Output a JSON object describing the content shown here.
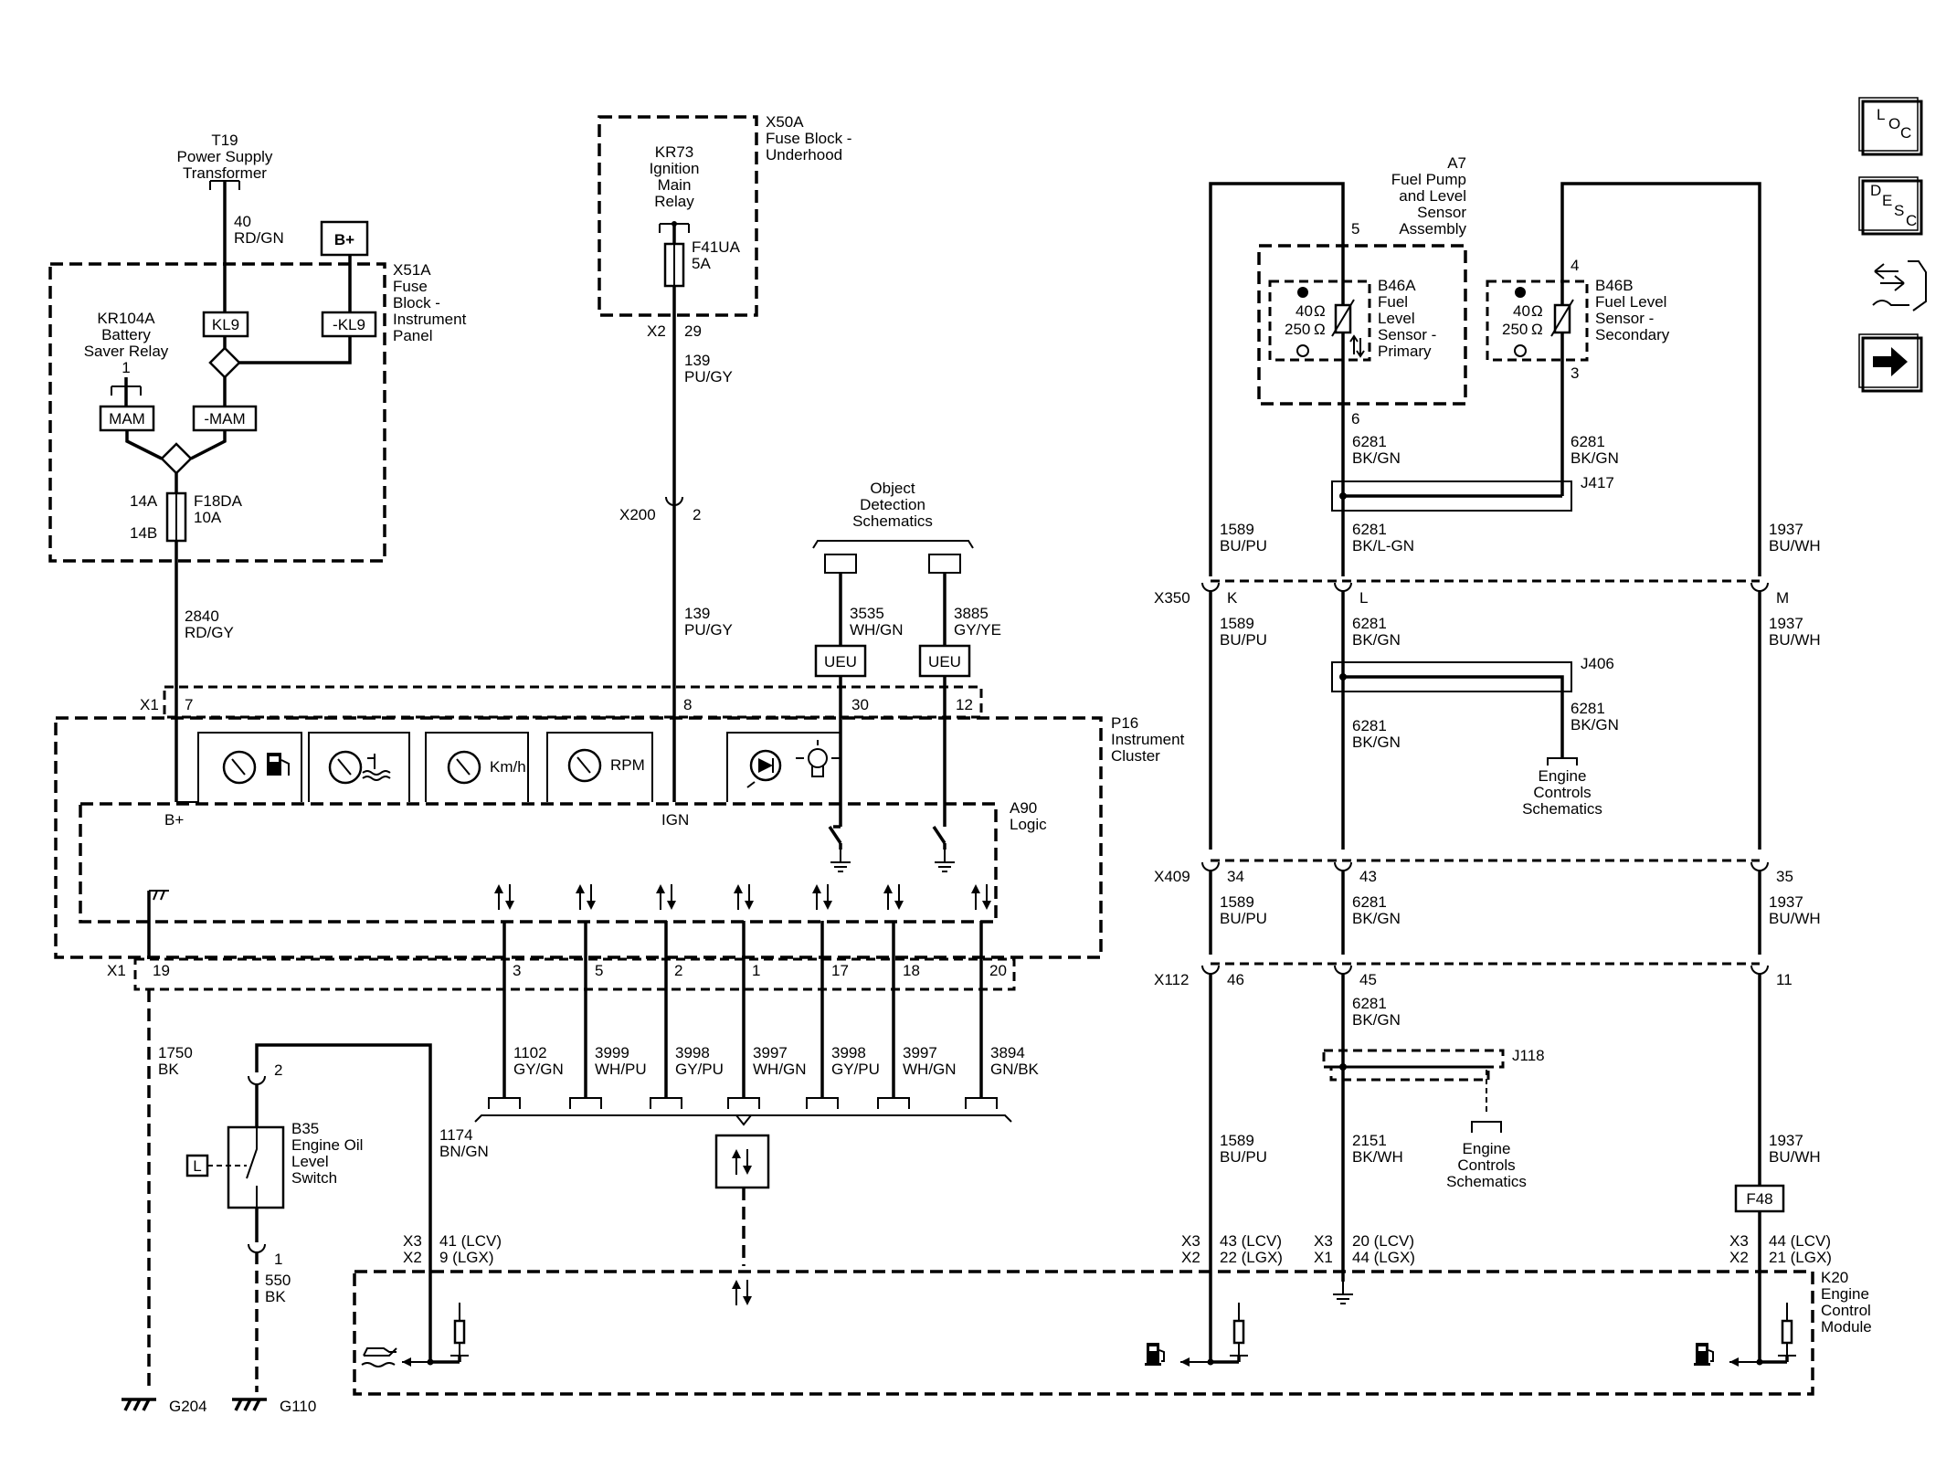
{
  "components": {
    "t19": [
      "T19",
      "Power Supply",
      "Transformer"
    ],
    "x50a": [
      "X50A",
      "Fuse Block -",
      "Underhood"
    ],
    "kr73": [
      "KR73",
      "Ignition",
      "Main",
      "Relay"
    ],
    "f41ua": [
      "F41UA",
      "5A"
    ],
    "x51a": [
      "X51A",
      "Fuse",
      "Block -",
      "Instrument",
      "Panel"
    ],
    "kr104a": [
      "KR104A",
      "Battery",
      "Saver Relay"
    ],
    "f18da": [
      "F18DA",
      "10A"
    ],
    "a7": [
      "A7",
      "Fuel Pump",
      "and Level",
      "Sensor",
      "Assembly"
    ],
    "b46a": [
      "B46A",
      "Fuel",
      "Level",
      "Sensor -",
      "Primary"
    ],
    "b46b": [
      "B46B",
      "Fuel Level",
      "Sensor -",
      "Secondary"
    ],
    "object_detection": [
      "Object",
      "Detection",
      "Schematics"
    ],
    "p16": [
      "P16",
      "Instrument",
      "Cluster"
    ],
    "a90": [
      "A90",
      "Logic"
    ],
    "engine_controls": [
      "Engine",
      "Controls",
      "Schematics"
    ],
    "b35": [
      "B35",
      "Engine Oil",
      "Level",
      "Switch"
    ],
    "k20": [
      "K20",
      "Engine",
      "Control",
      "Module"
    ]
  },
  "labels": {
    "b_plus": "B+",
    "kl9": "KL9",
    "neg_kl9": "-KL9",
    "mam": "MAM",
    "neg_mam": "-MAM",
    "pin_1": "1",
    "pin_2": "2",
    "pin_3": "3",
    "pin_4": "4",
    "pin_5": "5",
    "pin_6": "6",
    "pin_7": "7",
    "pin_8": "8",
    "pin_11": "11",
    "pin_12": "12",
    "pin_14a": "14A",
    "pin_14b": "14B",
    "pin_17": "17",
    "pin_18": "18",
    "pin_19": "19",
    "pin_20": "20",
    "pin_29": "29",
    "pin_30": "30",
    "pin_34": "34",
    "pin_35": "35",
    "pin_43": "43",
    "pin_45": "45",
    "pin_46": "46",
    "pin_k": "K",
    "pin_l": "L",
    "pin_m": "M",
    "ohm_40": "40",
    "ohm_250": "250",
    "ohm": "Ω",
    "ueu": "UEU",
    "kmh": "Km/h",
    "rpm": "RPM",
    "ign": "IGN",
    "f48": "F48",
    "l_box": "L",
    "x1": "X1",
    "x2": "X2",
    "x3": "X3",
    "x200": "X200",
    "x350": "X350",
    "x409": "X409",
    "x112": "X112",
    "j417": "J417",
    "j406": "J406",
    "j118": "J118",
    "g204": "G204",
    "g110": "G110"
  },
  "wires": {
    "w40": [
      "40",
      "RD/GN"
    ],
    "w139": [
      "139",
      "PU/GY"
    ],
    "w2840": [
      "2840",
      "RD/GY"
    ],
    "w3535": [
      "3535",
      "WH/GN"
    ],
    "w3885": [
      "3885",
      "GY/YE"
    ],
    "w6281": [
      "6281",
      "BK/GN"
    ],
    "w6281lgn": [
      "6281",
      "BK/L-GN"
    ],
    "w1589": [
      "1589",
      "BU/PU"
    ],
    "w1937": [
      "1937",
      "BU/WH"
    ],
    "w1750": [
      "1750",
      "BK"
    ],
    "w1174": [
      "1174",
      "BN/GN"
    ],
    "w550": [
      "550",
      "BK"
    ],
    "w1102": [
      "1102",
      "GY/GN"
    ],
    "w3999": [
      "3999",
      "WH/PU"
    ],
    "w3998": [
      "3998",
      "GY/PU"
    ],
    "w3997": [
      "3997",
      "WH/GN"
    ],
    "w3894": [
      "3894",
      "GN/BK"
    ],
    "w2151": [
      "2151",
      "BK/WH"
    ]
  },
  "ecm_pins": {
    "oil": [
      "41 (LCV)",
      "9 (LGX)"
    ],
    "bu_pu": [
      "43 (LCV)",
      "22 (LGX)"
    ],
    "gnd": [
      "20 (LCV)",
      "44 (LGX)"
    ],
    "bu_wh": [
      "44 (LCV)",
      "21 (LGX)"
    ]
  },
  "nav": {
    "loc": [
      "L",
      "O",
      "C"
    ],
    "desc": [
      "D",
      "E",
      "S",
      "C"
    ]
  },
  "icons": [
    "loc-icon",
    "desc-icon",
    "connector-view-icon",
    "next-page-arrow-icon"
  ]
}
